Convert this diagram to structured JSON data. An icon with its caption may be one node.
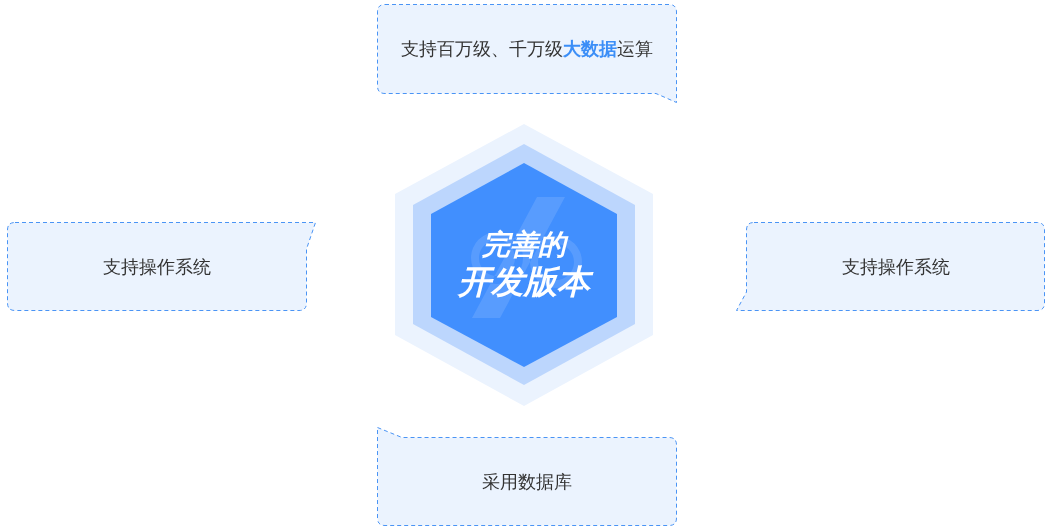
{
  "diagram": {
    "nodes": [
      {
        "text": [
          "支持百万级、千万级**大数据**运算"
        ]
      },
      {
        "text": [
          "支持操作系统"
        ]
      },
      {
        "text": [
          "完善的开发版本"
        ]
      },
      {
        "text": [
          "支持操作系统"
        ]
      },
      {
        "text": [
          "采用数据库"
        ]
      }
    ]
  }
}
